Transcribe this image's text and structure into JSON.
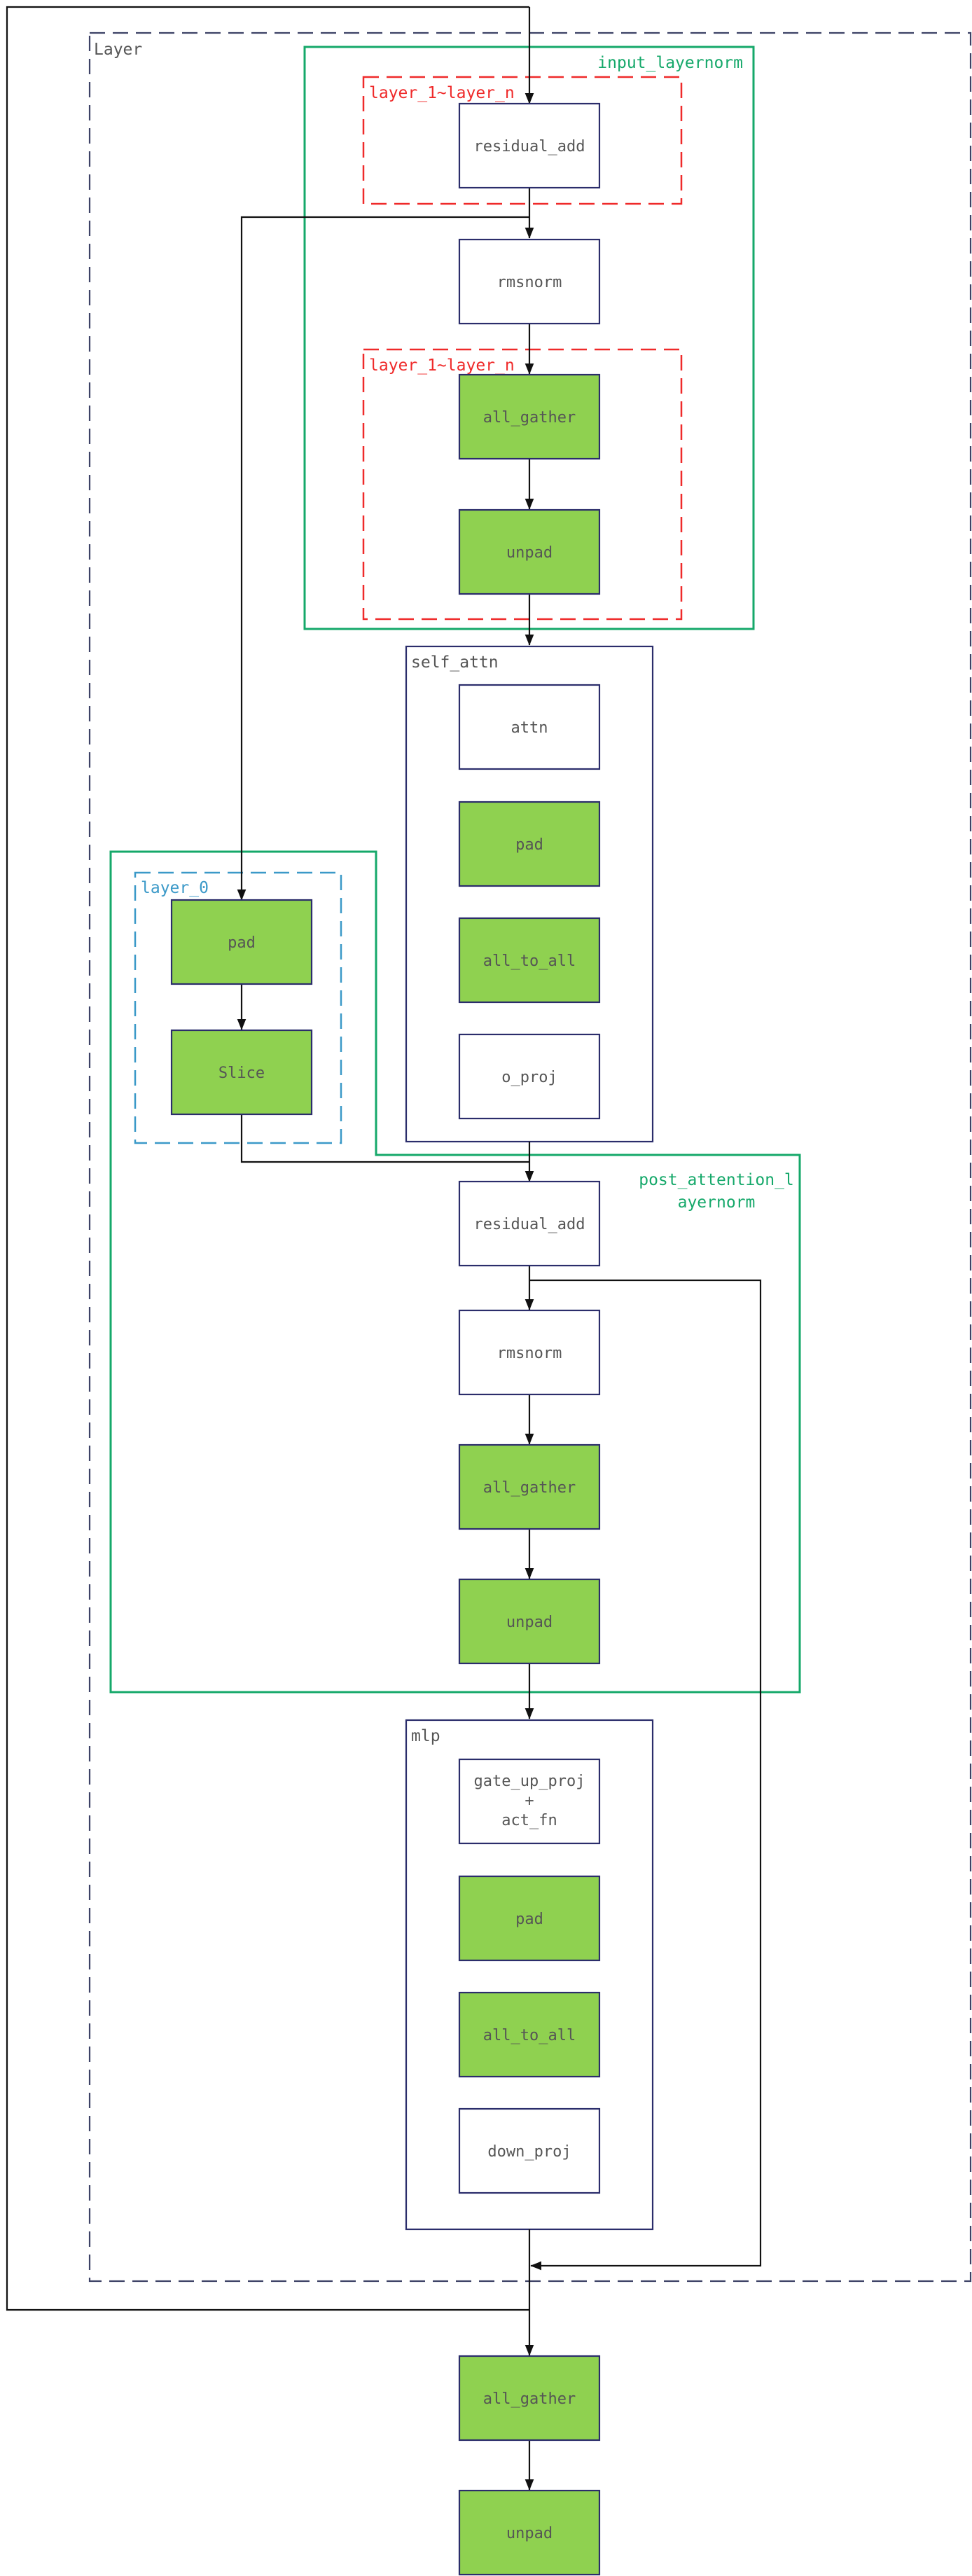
{
  "diagram": {
    "colors": {
      "node_border": "#2b2d6b",
      "node_fill_plain": "#ffffff",
      "node_fill_comm": "#8fd150",
      "label_text": "#555555",
      "layer_border": "#3d4266",
      "group_green": "#15a86a",
      "group_red": "#ef2a2a",
      "group_blue": "#3b99c8",
      "wire": "#111111"
    },
    "groups": {
      "layer": {
        "label": "Layer"
      },
      "input_layernorm": {
        "label": "input_layernorm"
      },
      "layer_1_n_top": {
        "label": "layer_1~layer_n"
      },
      "layer_1_n_mid": {
        "label": "layer_1~layer_n"
      },
      "self_attn": {
        "label": "self_attn"
      },
      "post_attention_layernorm": {
        "label_line1": "post_attention_l",
        "label_line2": "ayernorm"
      },
      "layer_0": {
        "label": "layer_0"
      },
      "mlp": {
        "label": "mlp"
      }
    },
    "nodes": {
      "residual_add_1": {
        "label": "residual_add",
        "comm": false
      },
      "rmsnorm_1": {
        "label": "rmsnorm",
        "comm": false
      },
      "all_gather_1": {
        "label": "all_gather",
        "comm": true
      },
      "unpad_1": {
        "label": "unpad",
        "comm": true
      },
      "attn": {
        "label": "attn",
        "comm": false
      },
      "pad_attn": {
        "label": "pad",
        "comm": true
      },
      "all_to_all_attn": {
        "label": "all_to_all",
        "comm": true
      },
      "o_proj": {
        "label": "o_proj",
        "comm": false
      },
      "pad_side": {
        "label": "pad",
        "comm": true
      },
      "slice_side": {
        "label": "Slice",
        "comm": true
      },
      "residual_add_2": {
        "label": "residual_add",
        "comm": false
      },
      "rmsnorm_2": {
        "label": "rmsnorm",
        "comm": false
      },
      "all_gather_2": {
        "label": "all_gather",
        "comm": true
      },
      "unpad_2": {
        "label": "unpad",
        "comm": true
      },
      "gate_up_proj": {
        "label_line1": "gate_up_proj",
        "label_line2": "+",
        "label_line3": "act_fn",
        "comm": false
      },
      "pad_mlp": {
        "label": "pad",
        "comm": true
      },
      "all_to_all_mlp": {
        "label": "all_to_all",
        "comm": true
      },
      "down_proj": {
        "label": "down_proj",
        "comm": false
      },
      "all_gather_out": {
        "label": "all_gather",
        "comm": true
      },
      "unpad_out": {
        "label": "unpad",
        "comm": true
      }
    }
  }
}
